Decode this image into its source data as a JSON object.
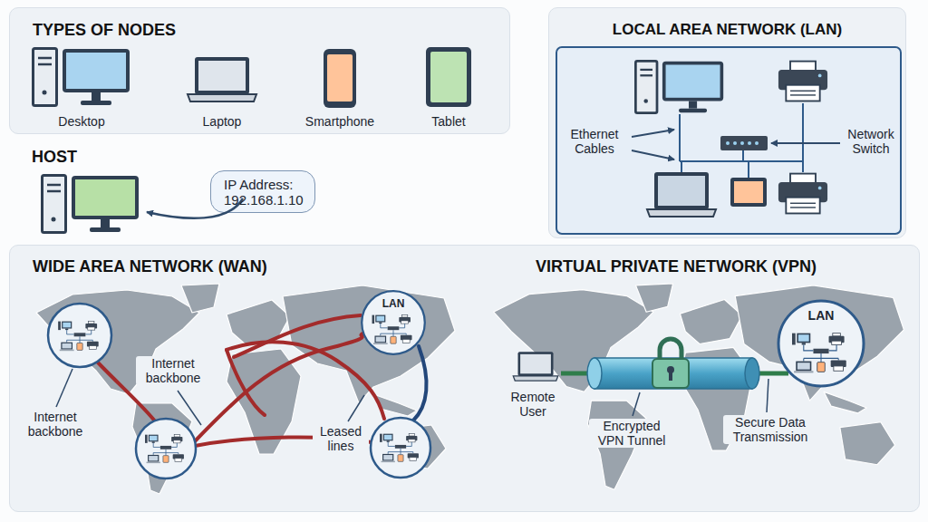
{
  "diagram": {
    "nodes": [
      {
        "text": [
          "TYPES OF NODES"
        ]
      },
      {
        "text": [
          "LOCAL AREA NETWORK (LAN)"
        ]
      },
      {
        "text": [
          "IP Address: 192.168.1.10"
        ]
      },
      {
        "text": [
          "WIDE AREA NETWORK (WAN)",
          "VIRTUAL PRIVATE NETWORK (VPN)"
        ]
      },
      {
        "text": [
          "LAN"
        ],
        "in": 3
      },
      {
        "text": [
          "LAN"
        ],
        "in": 3
      }
    ],
    "labels": [
      "Desktop",
      "Laptop",
      "Smartphone",
      "Tablet",
      "HOST",
      "Ethernet Cables",
      "Network Switch",
      "Internet backbone",
      "Internet backbone",
      "Leased lines",
      "Remote User",
      "Encrypted VPN Tunnel",
      "Secure Data Transmission"
    ]
  }
}
